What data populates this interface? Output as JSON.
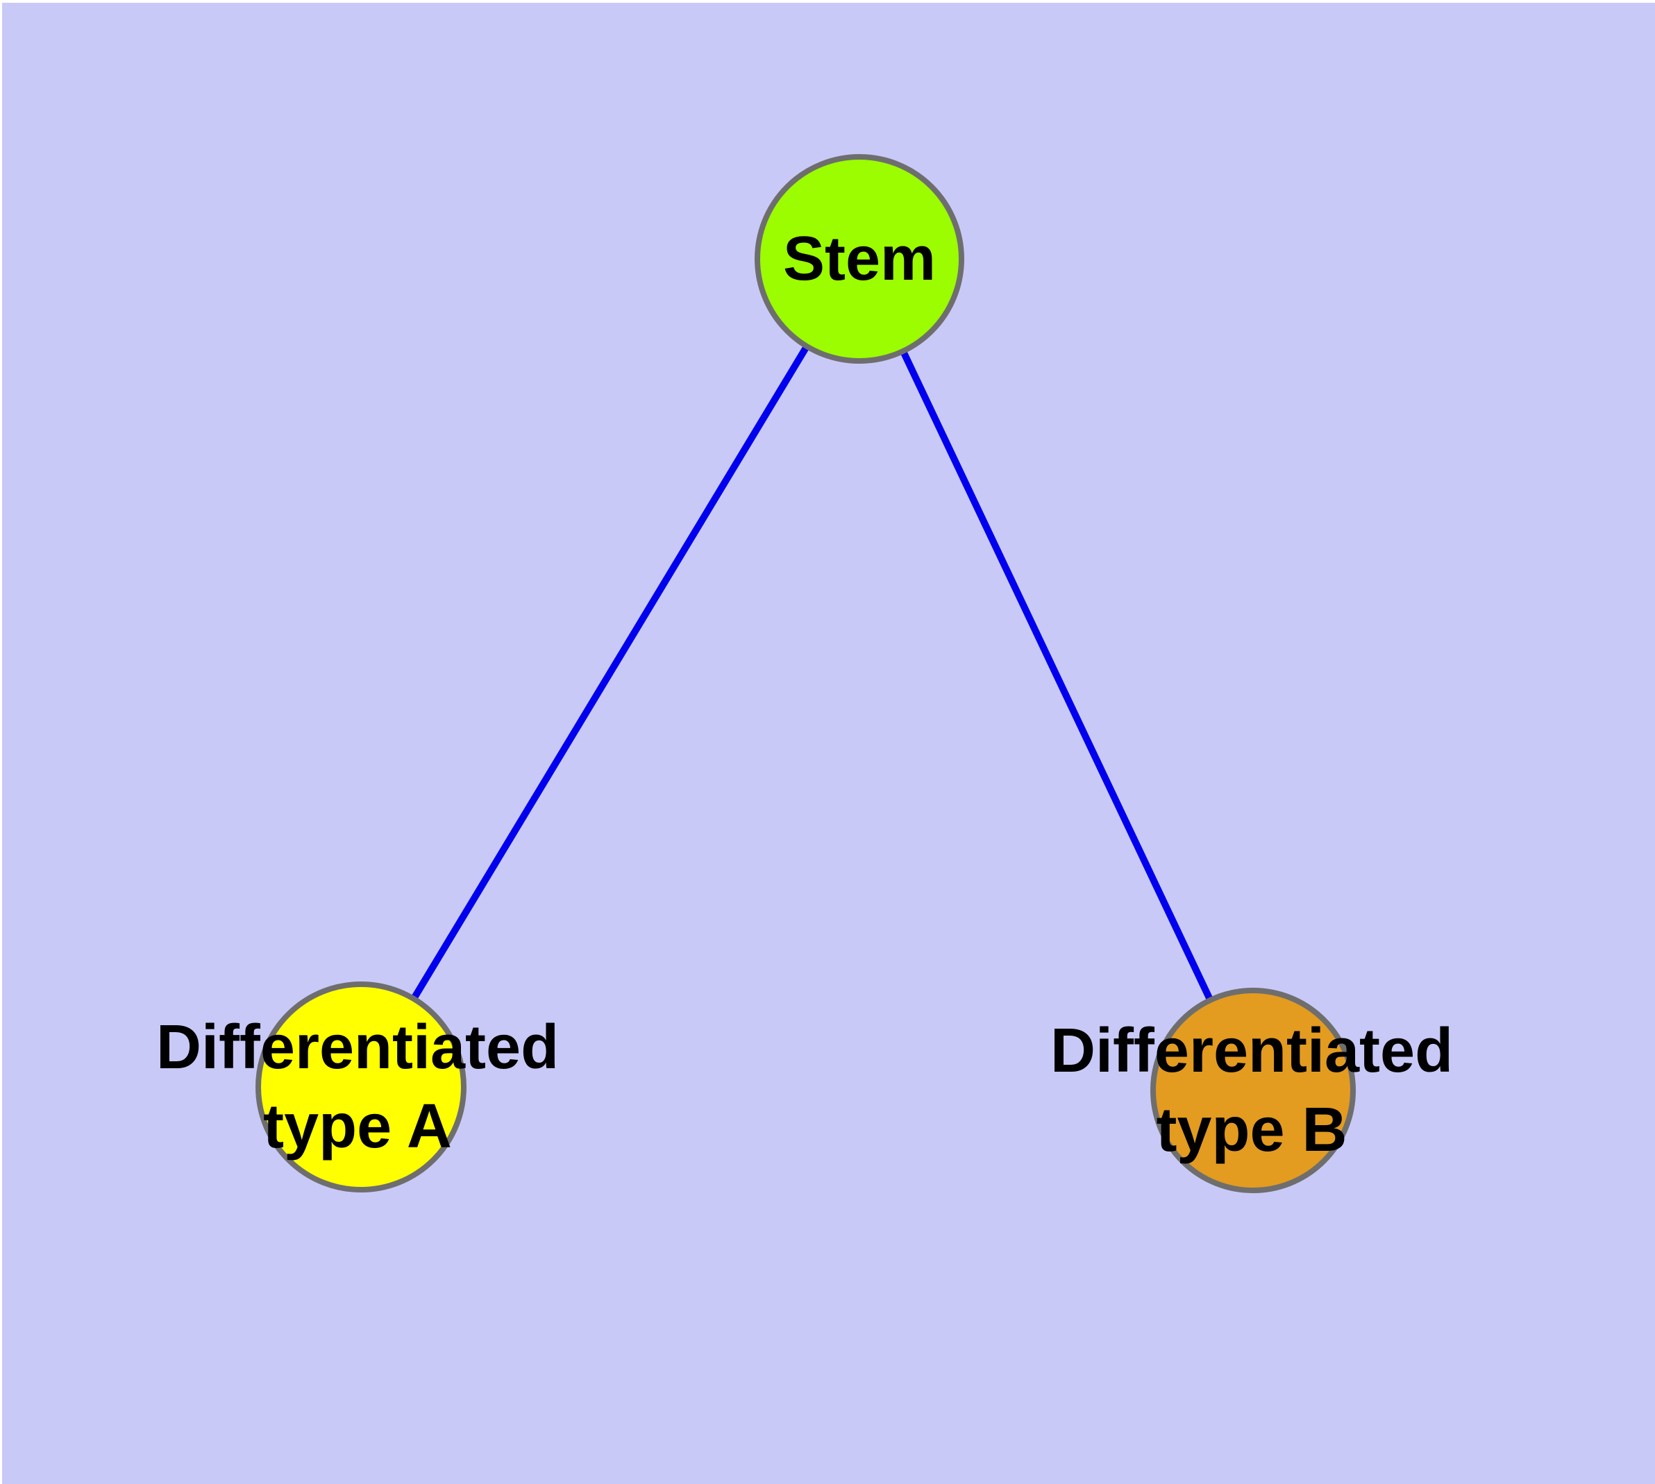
{
  "diagram": {
    "nodes": [
      {
        "id": "stem",
        "label": "Stem",
        "fill": "#9bfd00"
      },
      {
        "id": "type-a",
        "label_line1": "Differentiated",
        "label_line2": "type A",
        "fill": "#ffff00"
      },
      {
        "id": "type-b",
        "label_line1": "Differentiated",
        "label_line2": "type B",
        "fill": "#e39b20"
      }
    ],
    "edges": [
      {
        "from": "Stem",
        "to": "Differentiated type A"
      },
      {
        "from": "Stem",
        "to": "Differentiated type B"
      }
    ],
    "colors": {
      "background": "#c9c9f8",
      "edge": "#0000ee",
      "node_border": "#6e6e6e",
      "label_text": "#000000"
    }
  }
}
